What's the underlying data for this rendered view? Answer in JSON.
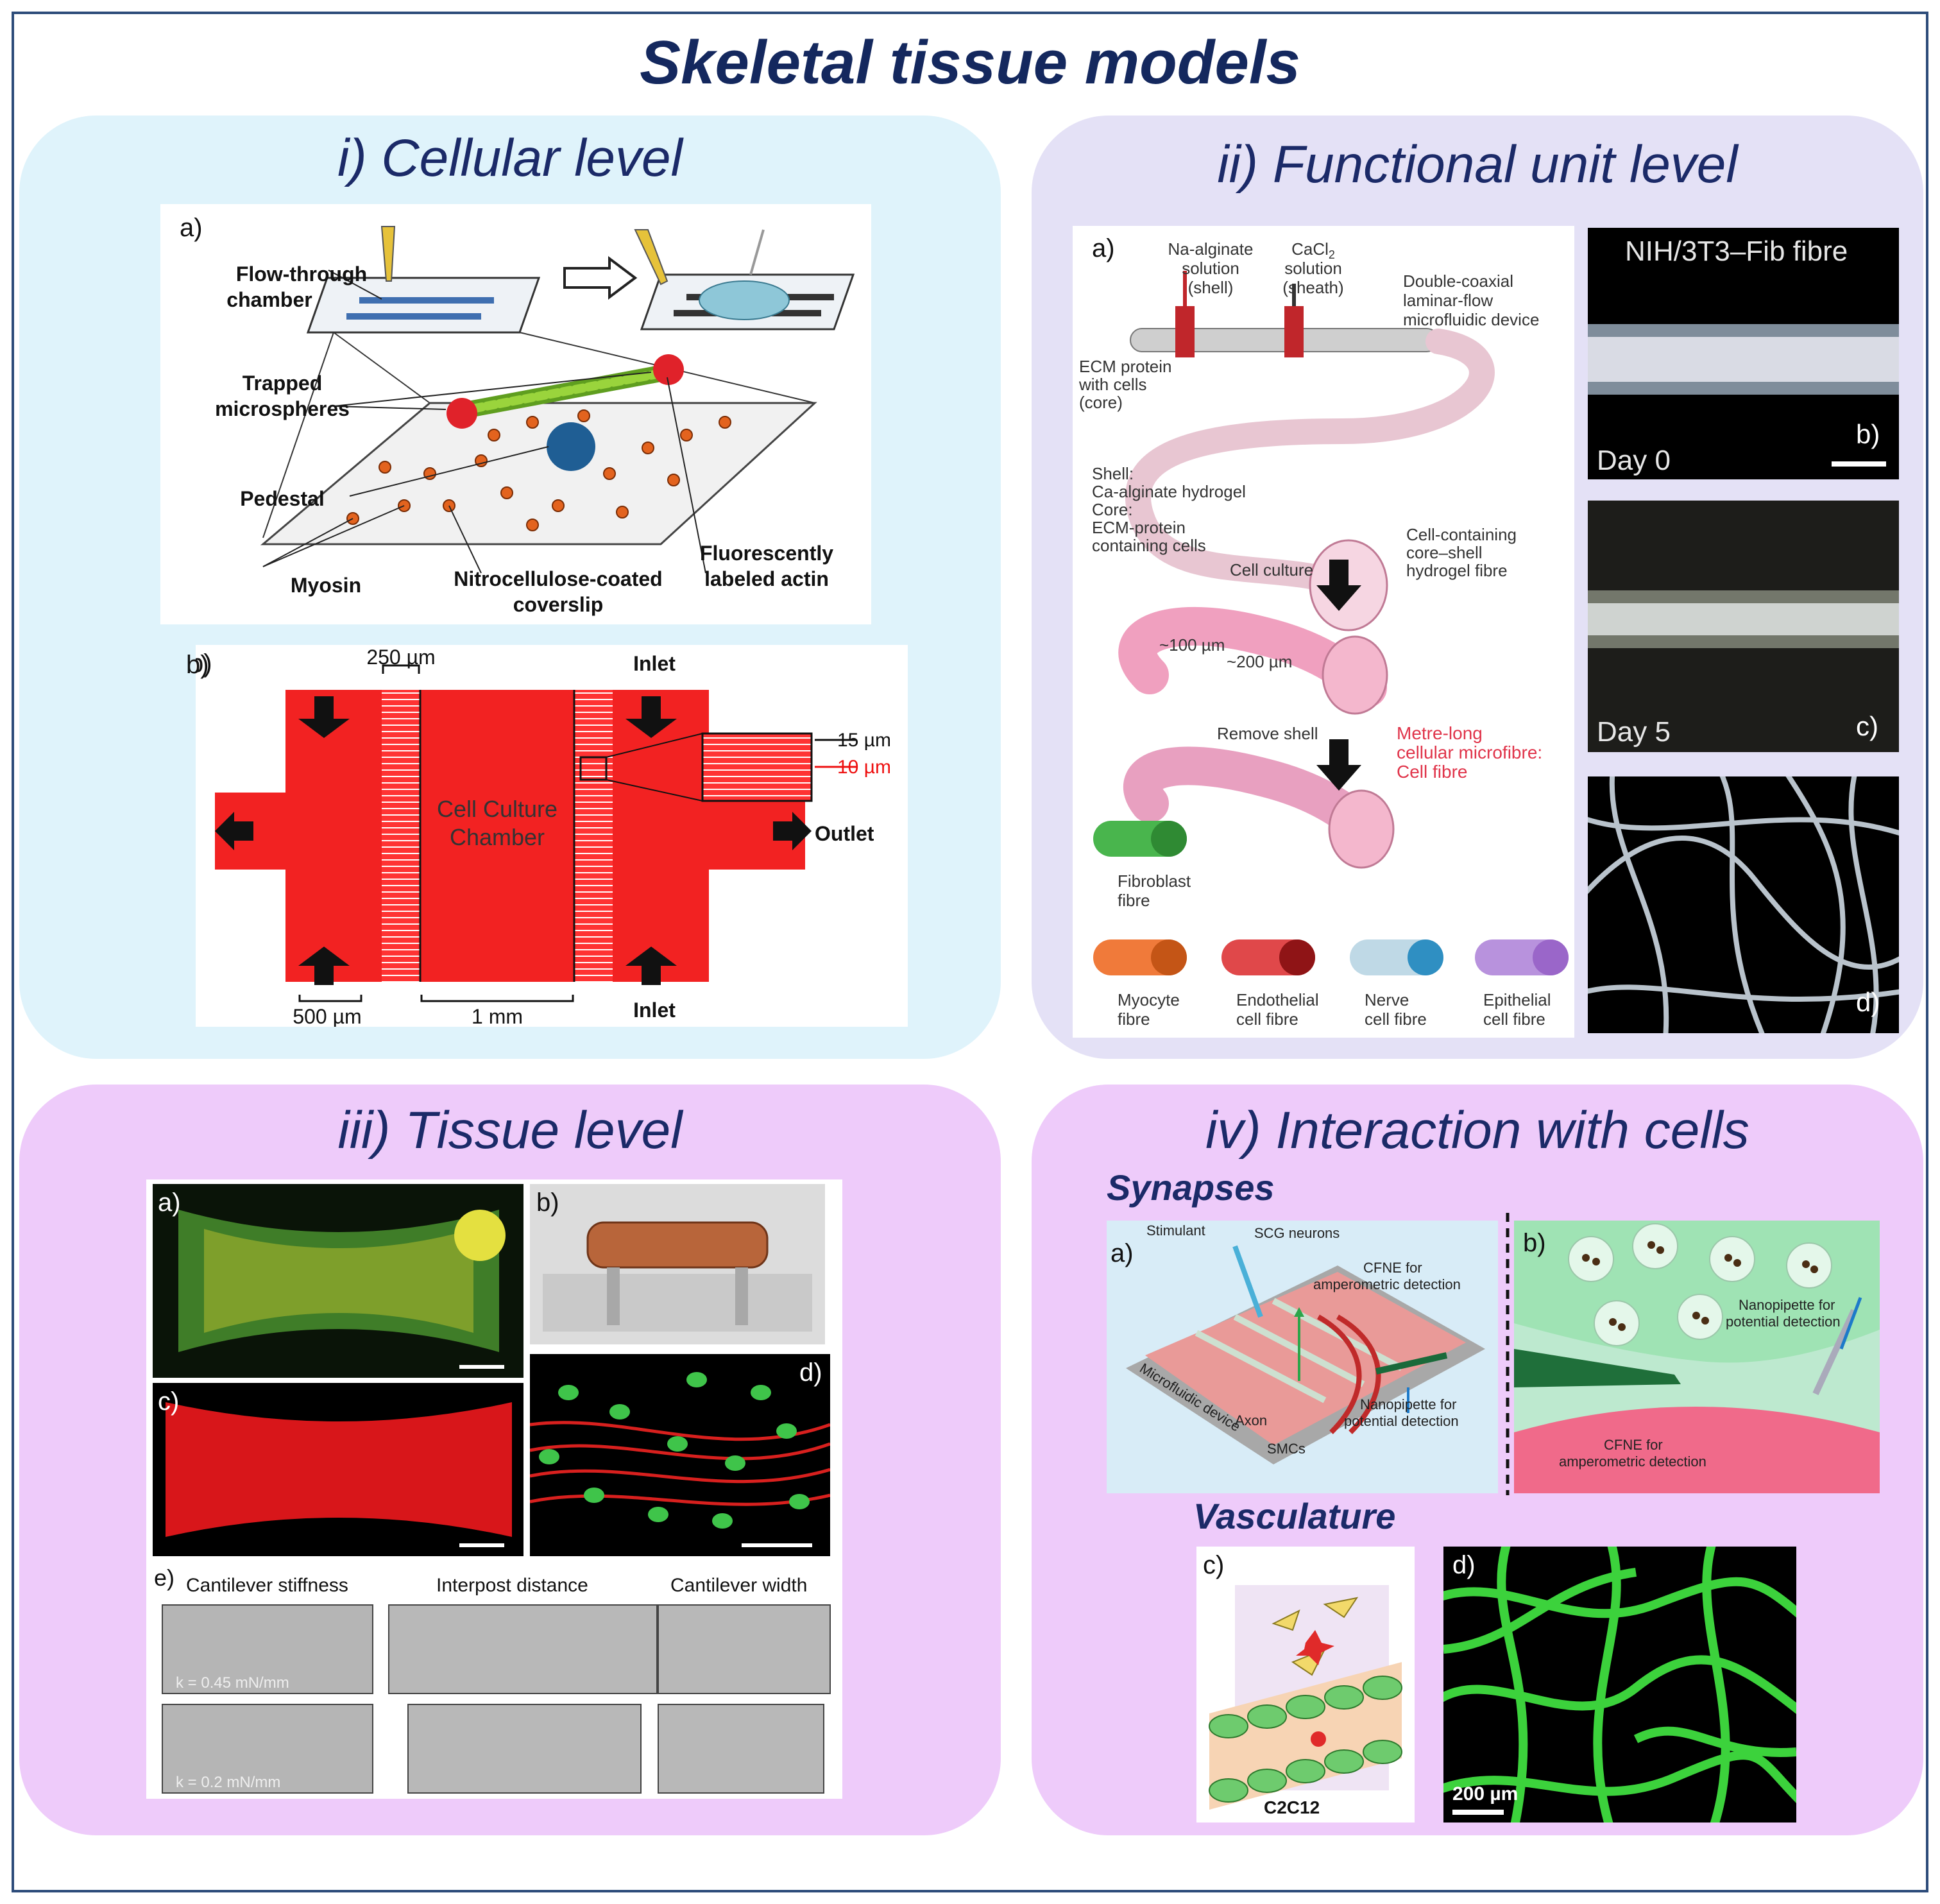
{
  "title": "Skeletal tissue models",
  "q1": {
    "title": "i) Cellular level",
    "a": {
      "label": "a)",
      "flow_through": "Flow-through",
      "chamber": "chamber",
      "trapped": "Trapped",
      "microspheres": "microspheres",
      "pedestal": "Pedestal",
      "myosin": "Myosin",
      "nitro1": "Nitrocellulose-coated",
      "nitro2": "coverslip",
      "fluor1": "Fluorescently",
      "fluor2": "labeled actin"
    },
    "b": {
      "label": "b)",
      "w250": "250 µm",
      "inlet_top": "Inlet",
      "inlet_bottom": "Inlet",
      "outlet": "Outlet",
      "chamber1": "Cell Culture",
      "chamber2": "Chamber",
      "um15": "15 µm",
      "um10": "10 µm",
      "um500": "500 µm",
      "mm1": "1 mm"
    }
  },
  "q2": {
    "title": "ii) Functional unit level",
    "a": {
      "label": "a)",
      "na1": "Na-alginate",
      "na2": "solution",
      "na3": "(shell)",
      "ca1": "CaCl",
      "ca_sub": "2",
      "ca2": "solution",
      "ca3": "(sheath)",
      "dc1": "Double-coaxial",
      "dc2": "laminar-flow",
      "dc3": "microfluidic device",
      "ecm1": "ECM protein",
      "ecm2": "with cells",
      "ecm3": "(core)",
      "sh1": "Shell:",
      "sh2": "Ca-alginate hydrogel",
      "sh3": "Core:",
      "sh4": "ECM-protein",
      "sh5": "containing cells",
      "cc1": "Cell-containing",
      "cc2": "core–shell",
      "cc3": "hydrogel fibre",
      "culture": "Cell culture",
      "um100": "~100 µm",
      "um200": "~200 µm",
      "remove": "Remove shell",
      "ml1": "Metre-long",
      "ml2": "cellular microfibre:",
      "ml3": "Cell fibre",
      "fib1": "Fibroblast",
      "fib2": "fibre",
      "myo1": "Myocyte",
      "myo2": "fibre",
      "endo1": "Endothelial",
      "endo2": "cell fibre",
      "nerve1": "Nerve",
      "nerve2": "cell fibre",
      "epi1": "Epithelial",
      "epi2": "cell fibre",
      "c_green": "#49b54d",
      "c_orange": "#f07a3a",
      "c_red": "#e0484a",
      "c_blue": "#2f8fc2",
      "c_purple": "#9a66c9"
    },
    "b": {
      "label": "b)",
      "caption": "NIH/3T3–Fib fibre",
      "day": "Day 0"
    },
    "c": {
      "label": "c)",
      "day": "Day 5"
    },
    "d": {
      "label": "d)"
    }
  },
  "q3": {
    "title": "iii) Tissue level",
    "a": {
      "label": "a)"
    },
    "b": {
      "label": "b)"
    },
    "c": {
      "label": "c)"
    },
    "d": {
      "label": "d)"
    },
    "e": {
      "label": "e)",
      "stiffness": "Cantilever stiffness",
      "interpost": "Interpost distance",
      "width": "Cantilever width",
      "k1": "k = 0.45 mN/mm",
      "k2": "k = 0.2 mN/mm"
    }
  },
  "q4": {
    "title": "iv) Interaction with cells",
    "synapses": "Synapses",
    "vasculature": "Vasculature",
    "a": {
      "label": "a)",
      "stimulant": "Stimulant",
      "scg": "SCG neurons",
      "cfne1": "CFNE for",
      "cfne2": "amperometric detection",
      "device": "Microfluidic device",
      "axon": "Axon",
      "smcs": "SMCs",
      "nano1": "Nanopipette for",
      "nano2": "potential detection"
    },
    "b": {
      "label": "b)",
      "nano1": "Nanopipette for",
      "nano2": "potential detection",
      "cfne1": "CFNE for",
      "cfne2": "amperometric detection"
    },
    "c": {
      "label": "c)",
      "c2c12": "C2C12"
    },
    "d": {
      "label": "d)",
      "scale": "200 µm"
    }
  }
}
